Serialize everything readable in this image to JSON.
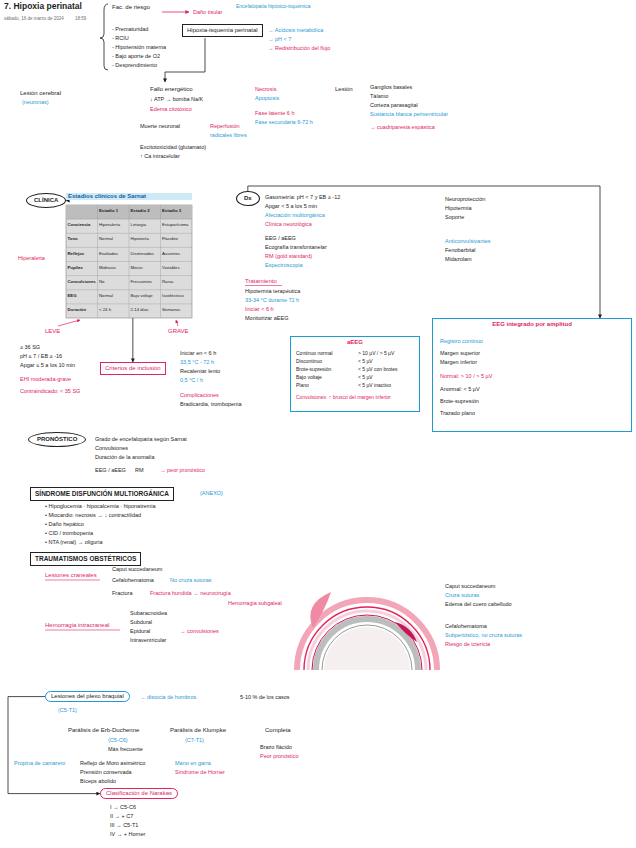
{
  "diagram": {
    "title": "7. Hipoxia perinatal",
    "nodes": [
      {
        "text": [
          "Hipoxia-isquemia perinatal"
        ]
      },
      {
        "text": [
          "CLÍNICA"
        ]
      },
      {
        "text": [
          "Estadios clínicos de Sarnat"
        ]
      },
      {
        "text": [
          "Dx"
        ]
      },
      {
        "text": [
          "Criterios de inclusión"
        ]
      },
      {
        "text": [
          "aEEG"
        ]
      },
      {
        "text": [
          "EEG integrado por amplitud"
        ]
      },
      {
        "text": [
          "PRONÓSTICO"
        ]
      },
      {
        "text": [
          "SÍNDROME DISFUNCIÓN MULTIORGÁNICA"
        ]
      },
      {
        "text": [
          "TRAUMATISMOS OBSTÉTRICOS"
        ]
      },
      {
        "text": [
          "Lesiones del plexo braquial"
        ]
      },
      {
        "text": [
          "Clasificación de Narakas"
        ]
      }
    ],
    "edges": [
      {
        "from": 1,
        "to": 2,
        "arrow": "to"
      },
      {
        "from": 2,
        "to": 4,
        "arrow": "to"
      },
      {
        "from": 3,
        "to": 6,
        "arrow": "to"
      },
      {
        "from": 10,
        "to": 11,
        "arrow": "to"
      }
    ],
    "labels": [
      "sábado, 16 de marzo de 2024",
      "18:59",
      "Fac. de riesgo",
      "- Prematuridad",
      "- RCIU",
      "- Hipotensión materna",
      "- Bajo aporte de O2",
      "- Desprendimiento",
      "Daño tisular",
      "Encefalopatía hipóxico-isquémica",
      "→ Acidosis metabólica",
      "→ pH < 7",
      "→ Redistribución del flujo",
      "Lesión cerebral",
      "(neuronas)",
      "Fallo energético",
      "↓ ATP → bomba Na/K",
      "Edema citotóxico",
      "Muerte neuronal",
      "Reperfusión",
      "radicales libres",
      "Excitotoxicidad (glutamato)",
      "↑ Ca intracelular",
      "Necrosis",
      "Apoptosis",
      "Fase latente 6 h",
      "Fase secundaria 6-72 h",
      "Lesión",
      "Ganglios basales",
      "Tálamo",
      "Corteza parasagital",
      "Sustancia blanca periventricular",
      "→ cuadriparesia espástica",
      "Hiperalerta",
      "LEVE",
      "GRAVE",
      "Estadio 1",
      "Estadio 2",
      "Estadio 3",
      "Conciencia",
      "Hiperalerta",
      "Letargia",
      "Estupor/coma",
      "Tono",
      "Normal",
      "Hipotonía",
      "Flacidez",
      "Reflejos",
      "Exaltados",
      "Disminuidos",
      "Ausentes",
      "Pupilas",
      "Midriasis",
      "Miosis",
      "Variables",
      "Convulsiones",
      "No",
      "Frecuentes",
      "Raras",
      "EEG",
      "Normal",
      "Bajo voltaje",
      "Isoeléctrico",
      "Duración",
      "< 24 h",
      "2-14 días",
      "Semanas",
      "Gasometría: pH < 7 y EB ≥ -12",
      "Apgar < 5 a los 5 min",
      "Afectación multiorgánica",
      "Clínica neurológica",
      "EEG / aEEG",
      "Ecografía transfontanelar",
      "RM (gold standard)",
      "Espectroscopia",
      "Tratamiento",
      "Hipotermia terapéutica",
      "33-34 °C durante 72 h",
      "Iniciar < 6 h",
      "Monitorizar aEEG",
      "Neuroprotección",
      "Hipotermia",
      "Soporte",
      "Anticonvulsivantes",
      "Fenobarbital",
      "Midazolam",
      "≥ 36 SG",
      "pH ≤ 7 / EB ≥ -16",
      "Apgar ≤ 5 a los 10 min",
      "EHI moderada-grave",
      "Contraindicado: < 35 SG",
      "Iniciar en < 6 h",
      "33,5 °C - 72 h",
      "Recalentar lento",
      "0,5 °C / h",
      "Complicaciones",
      "Bradicardia, trombopenia",
      "Continuo normal",
      "> 10 µV / > 5 µV",
      "Discontinuo",
      "< 5 µV",
      "Brote-supresión",
      "< 5 µV con brotes",
      "Bajo voltaje",
      "< 5 µV",
      "Plano",
      "< 5 µV inactivo",
      "Convulsiones: ↑ brusco del margen inferior",
      "Registro continuo",
      "Margen superior",
      "Margen inferior",
      "Normal: > 10 / > 5 µV",
      "Anormal: < 5 µV",
      "Brote-supresión",
      "Trazado plano",
      "Grado de encefalopatía según Sarnat",
      "Convulsiones",
      "Duración de la anomalía",
      "EEG / aEEG",
      "RM",
      "→ peor pronóstico",
      "(ANEXO)",
      "• Hipoglucemia · hipocalcemia · hiponatremia",
      "• Miocardio: necrosis → ↓ contractilidad",
      "• Daño hepático",
      "• CID / trombopenia",
      "• NTA (renal) → oliguria",
      "Lesiones craneales",
      "Caput succedaneum",
      "Cefalohematoma",
      "No cruza suturas",
      "Fractura",
      "Fractura hundida → neurocirugía",
      "Hemorragia intracraneal",
      "Subaracnoidea",
      "Subdural",
      "Epidural",
      "Intraventricular",
      "→ convulsiones",
      "Hemorragia subgaleal",
      "Caput succedaneum",
      "Cruza suturas",
      "Edema del cuero cabelludo",
      "Cefalohematoma",
      "Subperióstico, no cruza suturas",
      "Riesgo de ictericia",
      "(C5-T1)",
      "→ distocia de hombros",
      "5-10 % de los casos",
      "Parálisis de Erb-Duchenne",
      "(C5-C6)",
      "Más frecuente",
      "Reflejo de Moro asimétrico",
      "Prensión conservada",
      "Bíceps abolido",
      "Propina de camarero",
      "Parálisis de Klumpke",
      "(C7-T1)",
      "Mano en garra",
      "Síndrome de Horner",
      "Completa",
      "Brazo flácido",
      "Peor pronóstico",
      "I → C5-C6",
      "II → + C7",
      "III → C5-T1",
      "IV → + Horner"
    ]
  }
}
